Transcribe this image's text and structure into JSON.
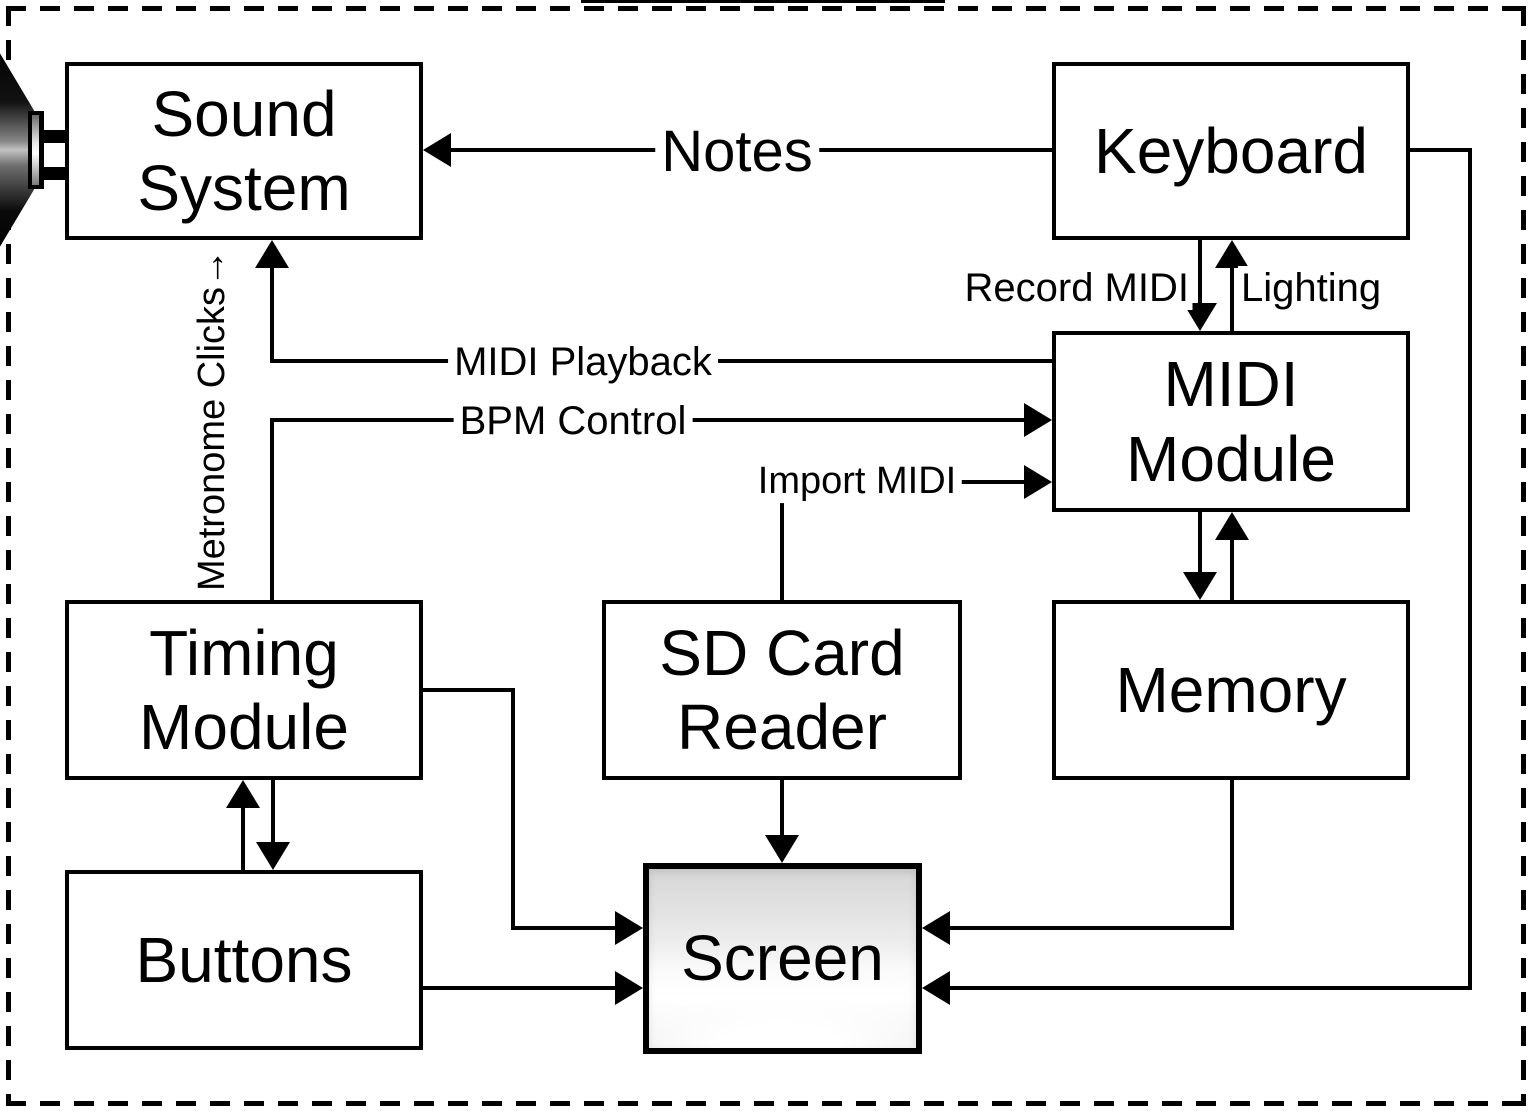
{
  "diagram": {
    "kind": "block-diagram",
    "background_color": "#ffffff",
    "line_color": "#000000",
    "screen_gradient": [
      "#d6d6d6",
      "#ffffff",
      "#ededed"
    ],
    "nodes": {
      "sound_system": {
        "label": "Sound\nSystem"
      },
      "keyboard": {
        "label": "Keyboard"
      },
      "midi_module": {
        "label": "MIDI\nModule"
      },
      "timing_module": {
        "label": "Timing\nModule"
      },
      "sd_card_reader": {
        "label": "SD Card\nReader"
      },
      "memory": {
        "label": "Memory"
      },
      "buttons": {
        "label": "Buttons"
      },
      "screen": {
        "label": "Screen"
      },
      "offscreen_top": {
        "label": ""
      }
    },
    "edge_labels": {
      "notes": "Notes",
      "record_midi": "Record MIDI",
      "lighting": "Lighting",
      "midi_playback": "MIDI Playback",
      "bpm_control": "BPM Control",
      "import_midi": "Import MIDI",
      "metronome_clicks": "Metronome Clicks",
      "metronome_arrow_glyph": "→"
    },
    "edges": [
      {
        "from": "keyboard",
        "to": "sound_system",
        "label": "Notes"
      },
      {
        "from": "keyboard",
        "to": "midi_module",
        "label": "Record MIDI"
      },
      {
        "from": "midi_module",
        "to": "keyboard",
        "label": "Lighting"
      },
      {
        "from": "midi_module",
        "to": "sound_system",
        "label": "MIDI Playback"
      },
      {
        "from": "timing_module",
        "to": "midi_module",
        "label": "BPM Control"
      },
      {
        "from": "sd_card_reader",
        "to": "midi_module",
        "label": "Import MIDI"
      },
      {
        "from": "timing_module",
        "to": "sound_system",
        "label": "Metronome Clicks"
      },
      {
        "from": "midi_module",
        "to": "memory",
        "label": ""
      },
      {
        "from": "memory",
        "to": "midi_module",
        "label": ""
      },
      {
        "from": "timing_module",
        "to": "buttons",
        "label": ""
      },
      {
        "from": "buttons",
        "to": "timing_module",
        "label": ""
      },
      {
        "from": "timing_module",
        "to": "screen",
        "label": ""
      },
      {
        "from": "buttons",
        "to": "screen",
        "label": ""
      },
      {
        "from": "sd_card_reader",
        "to": "screen",
        "label": ""
      },
      {
        "from": "memory",
        "to": "screen",
        "label": ""
      },
      {
        "from": "keyboard",
        "to": "screen",
        "label": ""
      }
    ]
  }
}
